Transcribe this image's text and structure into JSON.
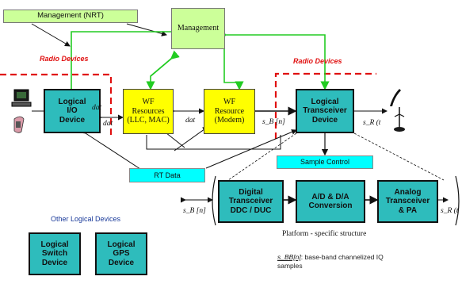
{
  "management_nrt": "Management (NRT)",
  "management": "Management",
  "radio_devices_left": "Radio Devices",
  "radio_devices_right": "Radio Devices",
  "logical_io": [
    "Logical",
    "I/O",
    "Device"
  ],
  "wf_resources": [
    "WF",
    "Resources",
    "(LLC, MAC)"
  ],
  "wf_resource": [
    "WF",
    "Resource",
    "(Modem)"
  ],
  "logical_transceiver": [
    "Logical",
    "Transceiver",
    "Device"
  ],
  "dat_labels": [
    "dat",
    "dat",
    "dat"
  ],
  "sb_n_top": "s_B [n]",
  "sr_t_top": "s_R (t",
  "rt_data": "RT Data",
  "sample_control": "Sample Control",
  "digital_transceiver": [
    "Digital",
    "Transceiver",
    "DDC / DUC"
  ],
  "ad_da": [
    "A/D & D/A",
    "Conversion"
  ],
  "analog_transceiver": [
    "Analog",
    "Transceiver",
    "& PA"
  ],
  "sb_n_bottom": "s_B [n]",
  "sr_t_bottom": "s_R (t",
  "other_logical_devices": "Other Logical Devices",
  "logical_switch": [
    "Logical",
    "Switch",
    "Device"
  ],
  "logical_gps": [
    "Logical",
    "GPS",
    "Device"
  ],
  "platform_caption": "Platform - specific structure",
  "footnote_symbol": "s_BB[n]",
  "footnote_text": ": base-band channelized IQ",
  "footnote_text2": "samples",
  "colors": {
    "teal": "#2ebcbc",
    "yellow": "#ffff00",
    "green_box": "#ccff99",
    "cyan_box": "#00ffff",
    "green_line": "#22cc22",
    "red_dash": "#e01010"
  }
}
